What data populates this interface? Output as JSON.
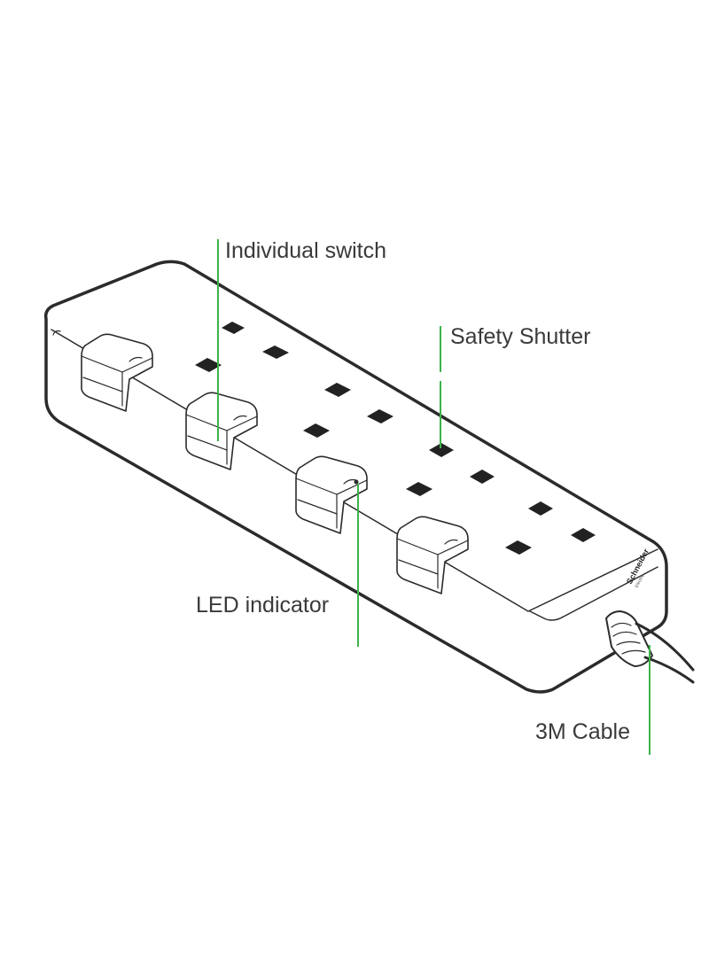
{
  "callouts": {
    "individual_switch": "Individual switch",
    "safety_shutter": "Safety Shutter",
    "led_indicator": "LED indicator",
    "cable": "3M Cable"
  },
  "brand": {
    "logo_text": "Schneider",
    "logo_subtext": "Electric"
  },
  "colors": {
    "leader_line": "#3cb44b",
    "outline": "#2b2b2b",
    "label_text": "#3a3a3a"
  },
  "icons": [
    "individual-switch-icon",
    "socket-slot-icon",
    "led-indicator-icon",
    "cable-grommet-icon",
    "brand-logo"
  ]
}
